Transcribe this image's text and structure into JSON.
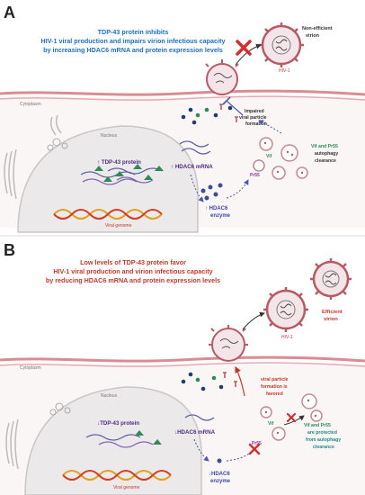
{
  "panel_a": {
    "letter": "A",
    "title": [
      "TDP-43 protein inhibits",
      "HIV-1 viral production and impairs virion infectious capacity",
      "by increasing HDAC6 mRNA and protein expression levels"
    ],
    "virion_label": [
      "Non-efficient",
      "virion"
    ],
    "hiv_label": "HIV-1",
    "cytoplasm_label": "Cytoplasm",
    "nucleus_label": "Nucleus",
    "tdp_label": "↑ TDP-43 protein",
    "hdac_mrna_label": "↑ HDAC6 mRNA",
    "hdac_enzyme_label": [
      "↑ HDAC6",
      "enzyme"
    ],
    "viral_genome_label": "Viral genome",
    "impaired_label": [
      "Impaired",
      "viral particle",
      "formation"
    ],
    "vif_label": "Vif",
    "pr55_label": "Pr55",
    "autophagy_label": [
      "Vif and Pr55",
      "autophagy",
      "clearance"
    ]
  },
  "panel_b": {
    "letter": "B",
    "title": [
      "Low levels of TDP-43 protein favor",
      "HIV-1 viral production and virion infectious capacity",
      "by reducing HDAC6 mRNA and protein expression levels"
    ],
    "virion_label": [
      "Efficient",
      "virion"
    ],
    "hiv_label": "HIV-1",
    "cytoplasm_label": "Cytoplasm",
    "nucleus_label": "Nucleus",
    "tdp_label": "↓TDP-43 protein",
    "hdac_mrna_label": "↓HDAC6 mRNA",
    "hdac_enzyme_label": [
      "↓HDAC6",
      "enzyme"
    ],
    "viral_genome_label": "Viral genome",
    "favored_label": [
      "viral particle",
      "formation is",
      "favored"
    ],
    "vif_label": "Vif",
    "pr55_label": "Pr55",
    "protected_label": [
      "Vif and Pr55",
      "are protected",
      "from autophagy",
      "clearance"
    ]
  },
  "colors": {
    "blue_title": "#1f6fc0",
    "red_title": "#c0392b",
    "membrane": "#d98c94",
    "virion": "#b85a66",
    "nucleus_bg": "#ebe9ea"
  }
}
